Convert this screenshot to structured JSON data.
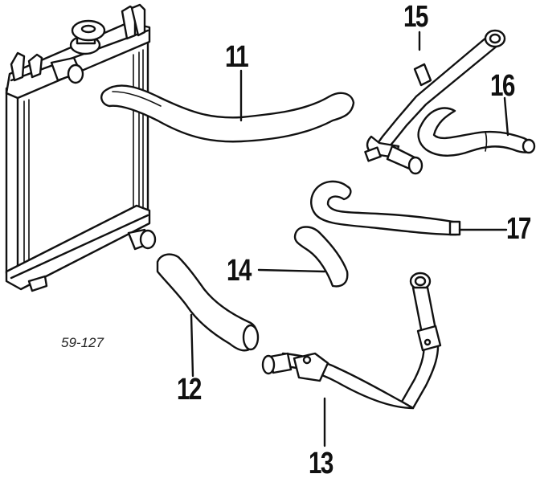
{
  "ref_code": "59-127",
  "callouts": [
    {
      "id": "11",
      "label": "11"
    },
    {
      "id": "12",
      "label": "12"
    },
    {
      "id": "13",
      "label": "13"
    },
    {
      "id": "14",
      "label": "14"
    },
    {
      "id": "15",
      "label": "15"
    },
    {
      "id": "16",
      "label": "16"
    },
    {
      "id": "17",
      "label": "17"
    }
  ]
}
